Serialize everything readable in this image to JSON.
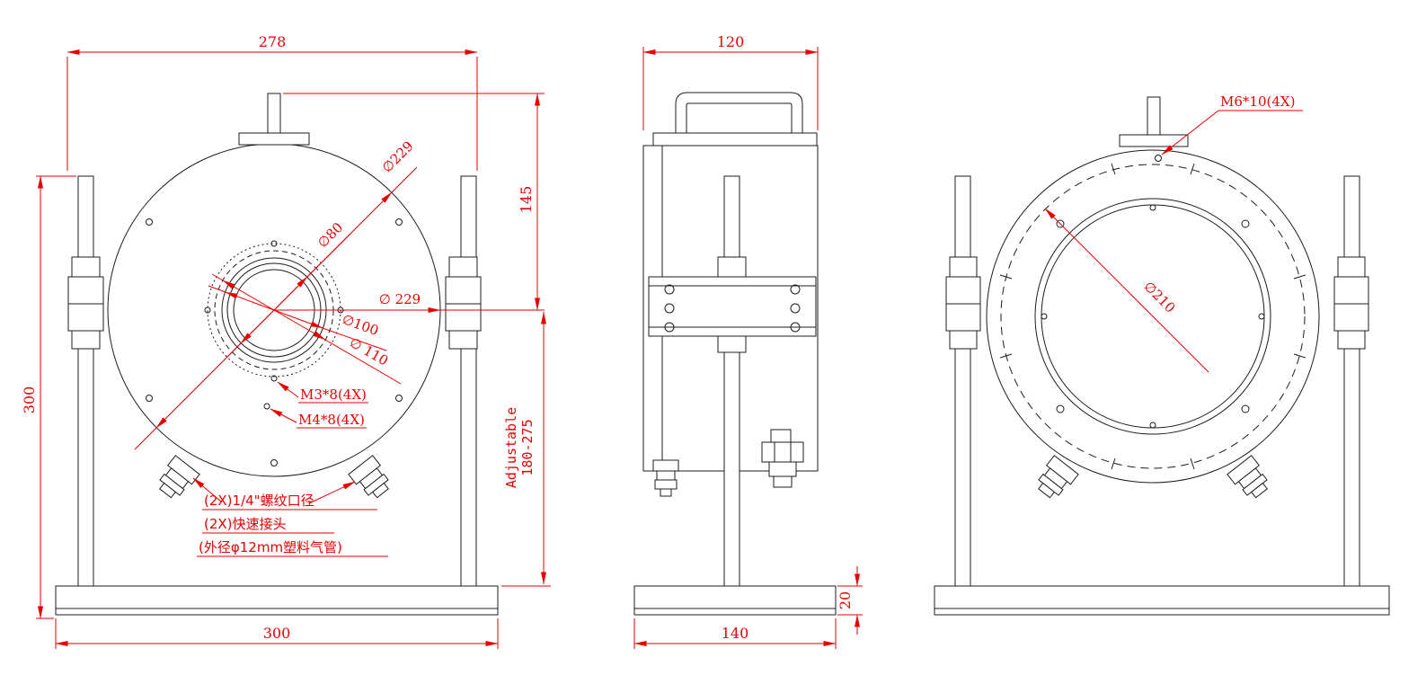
{
  "drawing": {
    "colors": {
      "line": "#1c1c1c",
      "dimension": "#e60000",
      "background": "#ffffff"
    },
    "front_view": {
      "dim_width_top": "278",
      "dim_height_left": "300",
      "dim_height_right": "145",
      "dia_outer_diag": "∅229",
      "dia_outer_horiz": "∅ 229",
      "dia_80": "∅80",
      "dia_100": "∅100",
      "dia_110": "∅ 110",
      "thread_m3": "M3*8(4X)",
      "thread_m4": "M4*8(4X)",
      "adjustable_label": "Adjustable",
      "adjustable_range": "180-275",
      "note_port": "(2X)1/4\"螺纹口径",
      "note_quick_connector": "(2X)快速接头",
      "note_tube": "(外径φ12mm塑料气管)",
      "dim_base_width": "300"
    },
    "side_view": {
      "dim_width_top": "120",
      "dim_base_width": "140",
      "dim_base_height": "20"
    },
    "rear_view": {
      "thread_m6": "M6*10(4X)",
      "dia_210": "∅210"
    }
  }
}
